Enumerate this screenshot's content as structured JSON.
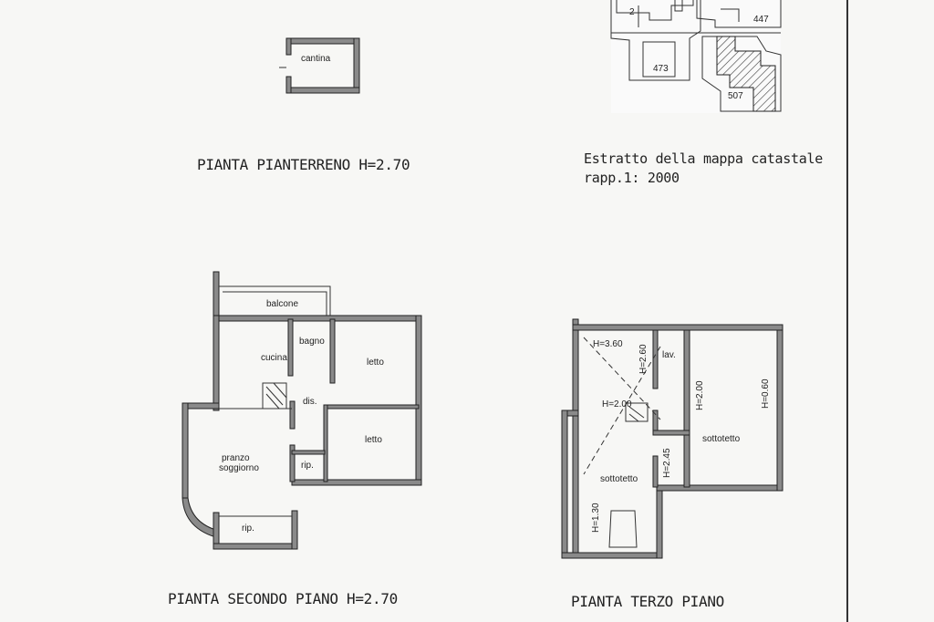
{
  "captions": {
    "ground": "PIANTA PIANTERRENO H=2.70",
    "cadastral_1": "Estratto della mappa catastale",
    "cadastral_2": "rapp.1: 2000",
    "second": "PIANTA SECONDO PIANO H=2.70",
    "third": "PIANTA TERZO PIANO"
  },
  "ground_floor": {
    "room": "cantina"
  },
  "map": {
    "parcels": [
      "447",
      "473",
      "507",
      "2"
    ]
  },
  "second_floor": {
    "rooms": {
      "balcone": "balcone",
      "cucina": "cucina",
      "bagno": "bagno",
      "letto1": "letto",
      "letto2": "letto",
      "dis": "dis.",
      "pranzo1": "pranzo",
      "pranzo2": "soggiorno",
      "rip1": "rip.",
      "rip2": "rip."
    }
  },
  "third_floor": {
    "labels": {
      "h360": "H=3.60",
      "h260": "H=2.60",
      "lav": "lav.",
      "h200a": "H=2.00",
      "h200b": "H=2.00",
      "h060": "H=0.60",
      "sottotetto1": "sottotetto",
      "h245": "H=2.45",
      "sottotetto2": "sottotetto",
      "h130": "H=1.30"
    }
  }
}
